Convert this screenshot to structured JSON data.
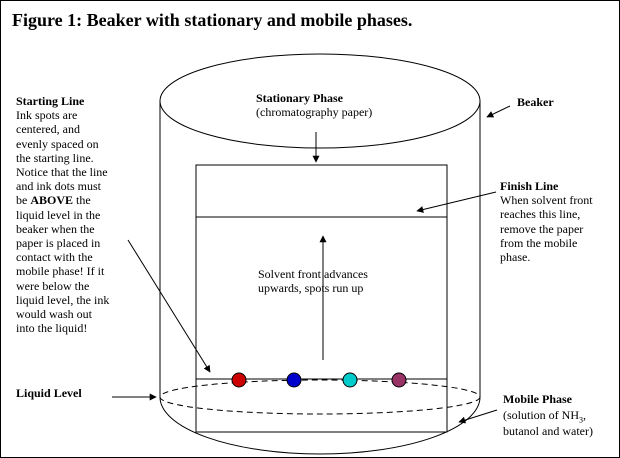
{
  "title": "Figure 1: Beaker with stationary and mobile phases.",
  "beaker_label": "Beaker",
  "stationary": {
    "heading": "Stationary Phase",
    "detail": "(chromatography paper)"
  },
  "starting_line": {
    "heading": "Starting Line",
    "lines": [
      "Ink spots are",
      "centered, and",
      "evenly spaced on",
      "the starting line.",
      "Notice that the line",
      "and ink dots must"
    ],
    "be_word": "be",
    "above_word": "ABOVE",
    "the_word": "the",
    "lines_after": [
      "liquid level in the",
      "beaker when the",
      "paper is placed in",
      "contact with the",
      "mobile phase!  If it",
      "were below the",
      "liquid level, the ink",
      "would wash out",
      "into the liquid!"
    ]
  },
  "finish_line": {
    "heading": "Finish Line",
    "lines": [
      "When solvent front",
      "reaches this line,",
      "remove the paper",
      "from the mobile",
      "phase."
    ]
  },
  "solvent_front": {
    "lines": [
      "Solvent front advances",
      "upwards, spots run up"
    ]
  },
  "liquid_level_label": "Liquid Level",
  "mobile_phase": {
    "heading": "Mobile Phase",
    "line1_prefix": "(solution of NH",
    "line1_subscript": "3",
    "line1_suffix": ",",
    "line2": "butanol and water)"
  },
  "ink_spots": [
    {
      "name": "red-ink-spot",
      "color": "#cc0000"
    },
    {
      "name": "blue-ink-spot",
      "color": "#0000cc"
    },
    {
      "name": "cyan-ink-spot",
      "color": "#00cccc"
    },
    {
      "name": "purple-ink-spot",
      "color": "#993366"
    }
  ]
}
